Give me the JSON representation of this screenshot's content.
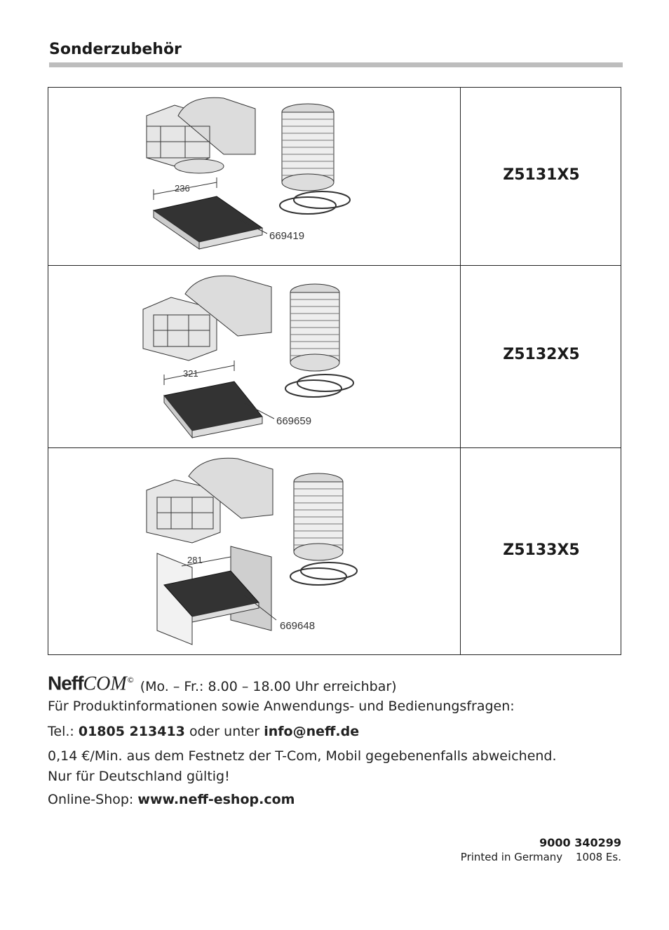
{
  "page": {
    "title": "Sonderzubehör"
  },
  "accessories": [
    {
      "model": "Z5131X5",
      "dimension": "236",
      "part_number": "669419"
    },
    {
      "model": "Z5132X5",
      "dimension": "321",
      "part_number": "669659"
    },
    {
      "model": "Z5133X5",
      "dimension": "281",
      "part_number": "669648"
    }
  ],
  "contact": {
    "brand": "NeffCOM",
    "hours": "(Mo. – Fr.: 8.00 – 18.00 Uhr erreichbar)",
    "info_line": "Für Produktinformationen sowie Anwendungs- und Bedienungsfragen:",
    "tel_prefix": "Tel.:",
    "tel_number": "01805 213413",
    "tel_middle": "oder unter",
    "email": "info@neff.de",
    "cost_line": "0,14 €/Min. aus dem Festnetz der T-Com, Mobil gegebenenfalls abweichend.",
    "valid_line": "Nur für Deutschland gültig!",
    "shop_prefix": "Online-Shop:",
    "shop_url": "www.neff-eshop.com"
  },
  "print_info": {
    "doc_number": "9000 340299",
    "printed": "Printed in Germany",
    "code": "1008 Es."
  }
}
